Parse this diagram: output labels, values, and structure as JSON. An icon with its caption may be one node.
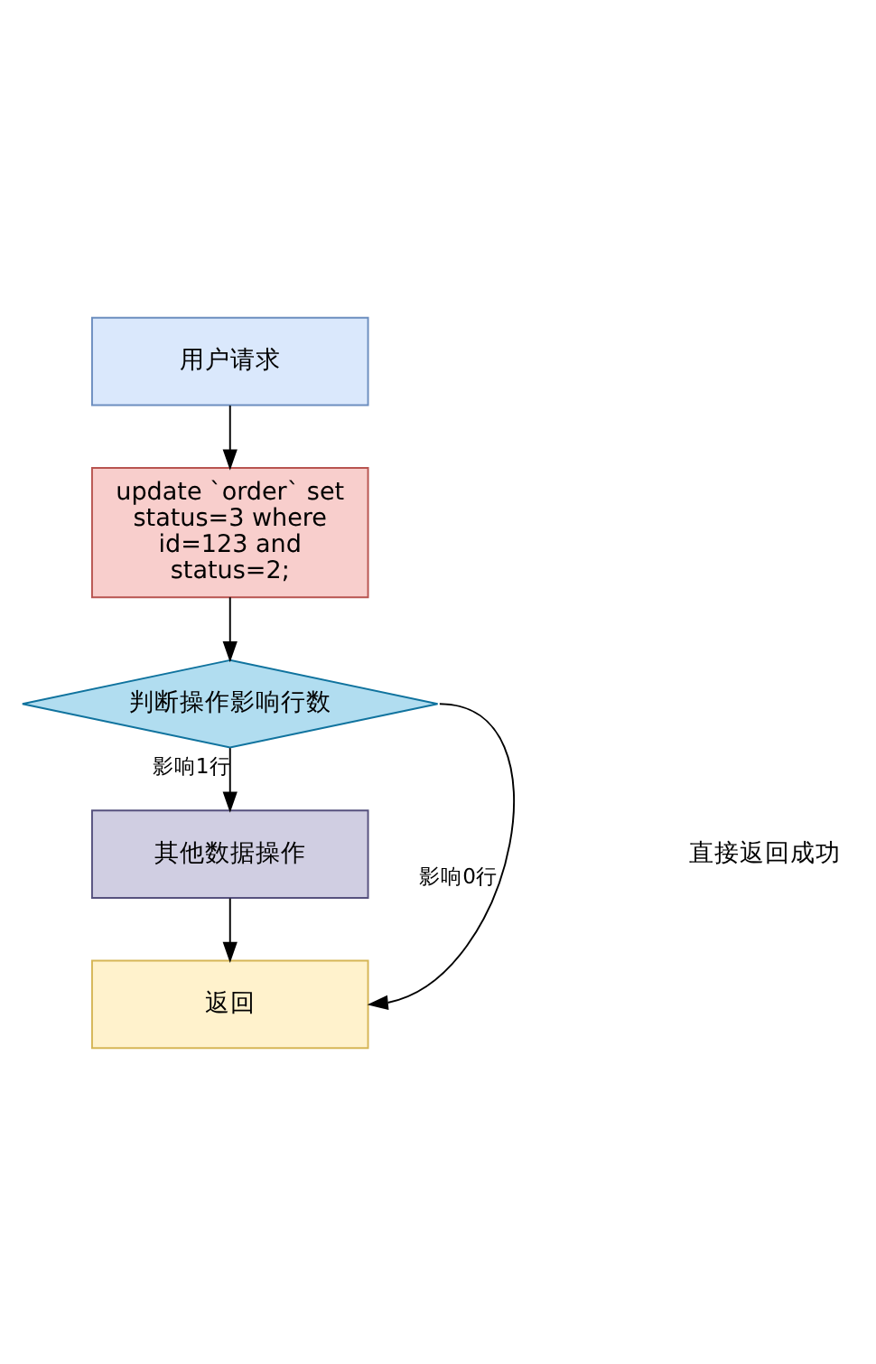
{
  "diagram": {
    "nodes": [
      {
        "text": [
          "用户请求"
        ]
      },
      {
        "text": [
          "update `order` set status=3 where id=123 and status=2;"
        ]
      },
      {
        "text": [
          "判断操作影响行数"
        ]
      },
      {
        "text": [
          "其他数据操作"
        ]
      },
      {
        "text": [
          "返回"
        ]
      }
    ],
    "edges": [
      {
        "from": 0,
        "to": 1,
        "arrow": "to"
      },
      {
        "from": 1,
        "to": 2,
        "arrow": "to"
      },
      {
        "from": 2,
        "to": 3,
        "arrow": "to",
        "label": "影响1行"
      },
      {
        "from": 3,
        "to": 4,
        "arrow": "to"
      },
      {
        "from": 2,
        "to": 4,
        "arrow": "to",
        "label": "影响0行"
      }
    ],
    "labels": [
      "直接返回成功"
    ]
  }
}
